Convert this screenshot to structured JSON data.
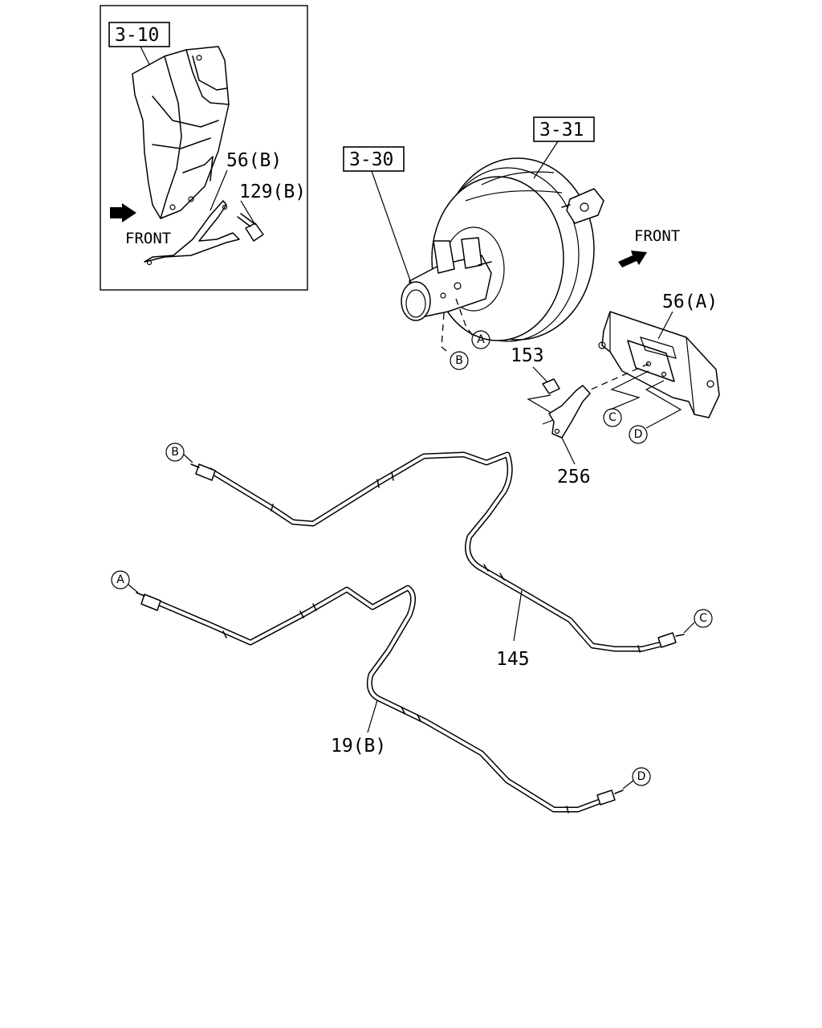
{
  "inset": {
    "ref_label": "3-10",
    "part_bracket": "56(B)",
    "part_bolt": "129(B)",
    "direction_label": "FRONT"
  },
  "main": {
    "ref_master_cylinder": "3-30",
    "ref_booster": "3-31",
    "direction_label": "FRONT",
    "part_bracket": "56(A)",
    "part_bolt": "153",
    "part_clip": "256",
    "part_pipe_front": "145",
    "part_pipe_rear": "19(B)"
  },
  "connectors": {
    "a": "A",
    "b": "B",
    "c": "C",
    "d": "D"
  },
  "icons": {
    "front_arrow": "front-arrow-icon",
    "connector_marker": "circled-letter-icon"
  }
}
